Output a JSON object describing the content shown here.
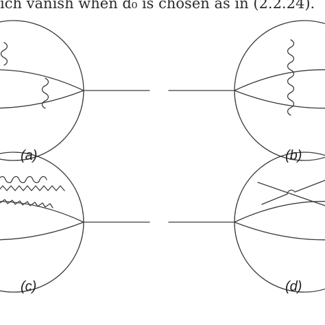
{
  "header": {
    "text": "ich vanish when d₀ is chosen as in (2.2.24)."
  },
  "figure": {
    "stroke_color": "#3a3a3a",
    "panels": [
      {
        "id": "a",
        "label": "(a)"
      },
      {
        "id": "b",
        "label": "(b)"
      },
      {
        "id": "c",
        "label": "(c)"
      },
      {
        "id": "d",
        "label": "(d)"
      }
    ]
  }
}
